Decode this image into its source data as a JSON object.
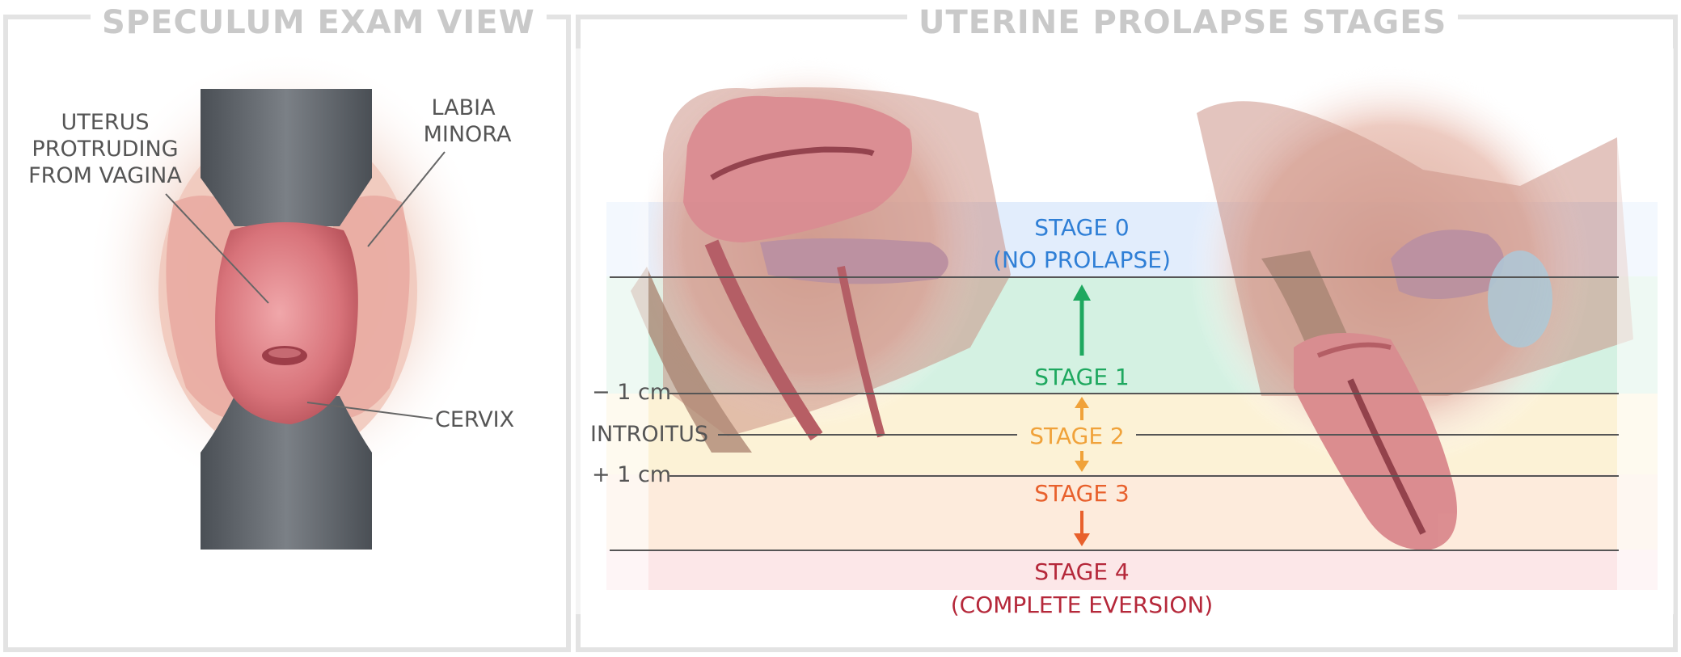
{
  "left_panel": {
    "title": "SPECULUM EXAM VIEW",
    "labels": {
      "uterus_line1": "UTERUS",
      "uterus_line2": "PROTRUDING",
      "uterus_line3": "FROM VAGINA",
      "labia_line1": "LABIA",
      "labia_line2": "MINORA",
      "cervix": "CERVIX"
    }
  },
  "right_panel": {
    "title": "UTERINE PROLAPSE STAGES",
    "reference_labels": {
      "minus_1cm": "− 1 cm",
      "introitus": "INTROITUS",
      "plus_1cm": "+ 1 cm"
    },
    "stages": {
      "stage0_line1": "STAGE 0",
      "stage0_line2": "(NO PROLAPSE)",
      "stage1": "STAGE 1",
      "stage2": "STAGE 2",
      "stage3": "STAGE 3",
      "stage4_line1": "STAGE 4",
      "stage4_line2": "(COMPLETE EVERSION)"
    }
  },
  "colors": {
    "stage0": "#2f7fd6",
    "stage1": "#1ea85f",
    "stage2": "#f0a23a",
    "stage3": "#e8602c",
    "stage4": "#b5283a",
    "label_gray": "#555555",
    "title_gray": "#c9c9c9"
  }
}
